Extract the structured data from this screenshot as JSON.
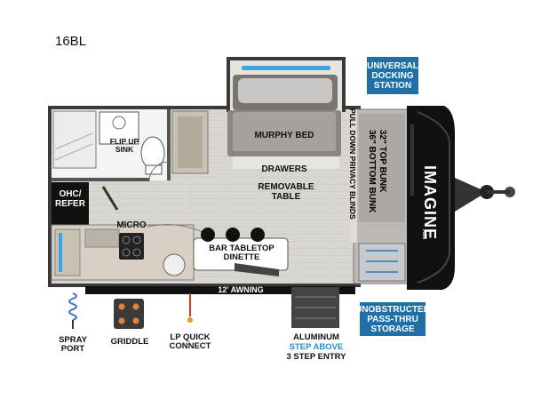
{
  "model": "16BL",
  "callouts": {
    "docking": "UNIVERSAL\nDOCKING\nSTATION",
    "storage": "UNOBSTRUCTED\nPASS-THRU\nSTORAGE"
  },
  "rooms": {
    "murphy_bed": "MURPHY BED",
    "drawers": "DRAWERS",
    "removable_table": "REMOVABLE\nTABLE",
    "flip_up_sink": "FLIP UP\nSINK",
    "ohc_refer": "OHC/\nREFER",
    "micro": "MICRO",
    "bar_dinette": "BAR TABLETOP\nDINETTE",
    "privacy_blinds": "PULL DOWN PRIVACY BLINDS",
    "bunk_top": "32\" TOP BUNK",
    "bunk_bottom": "36\" BOTTOM BUNK",
    "awning": "12' AWNING",
    "brand": "IMAGINE",
    "brand_sub": "AIM"
  },
  "exterior": {
    "spray_port": "SPRAY\nPORT",
    "griddle": "GRIDDLE",
    "lp_quick_connect": "LP QUICK\nCONNECT",
    "entry_line1": "ALUMINUM",
    "entry_line2": "STEP ABOVE",
    "entry_line3": "3 STEP ENTRY"
  },
  "colors": {
    "callout": "#1f6fa8",
    "step_above": "#1f8fd0",
    "wall": "#3a3a3a",
    "floor": "#d9d6d2",
    "cap": "#111111",
    "cabinet": "#c9c1b4",
    "bed": "#8b8682",
    "accent_blue": "#3aa6e0"
  }
}
